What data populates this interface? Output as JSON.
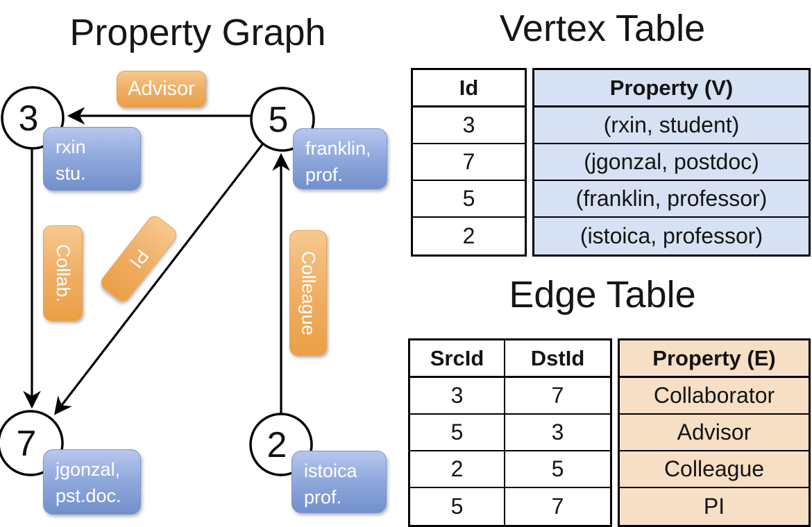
{
  "graph": {
    "title": "Property Graph",
    "nodes": [
      {
        "label": "3"
      },
      {
        "label": "5"
      },
      {
        "label": "7"
      },
      {
        "label": "2"
      }
    ],
    "property_boxes": [
      {
        "line1": "rxin",
        "line2": "stu."
      },
      {
        "line1": "franklin,",
        "line2": "prof."
      },
      {
        "line1": "jgonzal,",
        "line2": "pst.doc."
      },
      {
        "line1": "istoica",
        "line2": "prof."
      }
    ],
    "edge_labels": {
      "advisor": "Advisor",
      "collab": "Collab.",
      "pi": "PI",
      "colleague": "Colleague"
    }
  },
  "vertex_table": {
    "title": "Vertex Table",
    "id_header": "Id",
    "property_header": "Property (V)",
    "rows": [
      {
        "id": "3",
        "property": "(rxin, student)"
      },
      {
        "id": "7",
        "property": "(jgonzal, postdoc)"
      },
      {
        "id": "5",
        "property": "(franklin, professor)"
      },
      {
        "id": "2",
        "property": "(istoica, professor)"
      }
    ]
  },
  "edge_table": {
    "title": "Edge Table",
    "src_header": "SrcId",
    "dst_header": "DstId",
    "property_header": "Property (E)",
    "rows": [
      {
        "src": "3",
        "dst": "7",
        "property": "Collaborator"
      },
      {
        "src": "5",
        "dst": "3",
        "property": "Advisor"
      },
      {
        "src": "2",
        "dst": "5",
        "property": "Colleague"
      },
      {
        "src": "5",
        "dst": "7",
        "property": "PI"
      }
    ]
  },
  "colors": {
    "node_property_blue": "#8aa4d8",
    "edge_label_orange": "#eda44c",
    "vertex_table_fill": "#d6e1f3",
    "edge_table_fill": "#f6dfc5",
    "line_color": "#000000"
  }
}
